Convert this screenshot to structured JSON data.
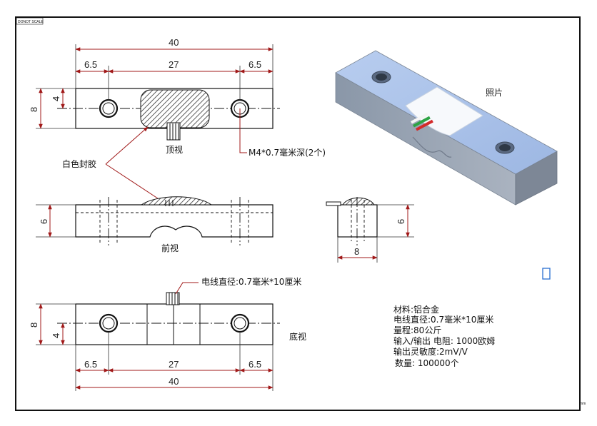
{
  "stamp": "DONOT SCALE",
  "corner_mark": "mm",
  "views": {
    "top": "顶视",
    "front": "前视",
    "bottom": "底视"
  },
  "labels": {
    "white_sealant": "白色封胶",
    "thread_note": "M4*0.7毫米深(2个)",
    "cable_note": "电线直径:0.7毫米*10厘米",
    "photo": "照片"
  },
  "dimensions": {
    "overall_length": "40",
    "hole_spacing": "27",
    "hole_edge": "6.5",
    "width": "8",
    "hole_center": "4",
    "height": "6",
    "side_width": "8"
  },
  "specs": [
    "材料:铝合金",
    "电线直径:0.7毫米*10厘米",
    "量程:80公斤",
    "输入/输出 电阻: 1000欧姆",
    "输出灵敏度:2mV/V",
    "数量: 100000个"
  ],
  "colors": {
    "dimension": "#a01818",
    "part_face": "#a9c4ea",
    "wire_red": "#d42a2a",
    "wire_green": "#2ea344",
    "wire_white": "#f4f4f4"
  }
}
